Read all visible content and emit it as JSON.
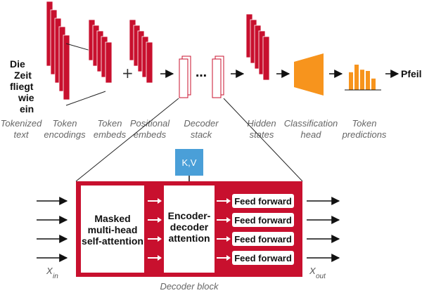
{
  "input_words": [
    "Die",
    "Zeit",
    "fliegt",
    "wie",
    "ein"
  ],
  "output_token": "Pfeil",
  "plus_sign": "+",
  "stack_dots": "…",
  "captions": {
    "tokenized_text": [
      "Tokenized",
      "text"
    ],
    "token_encodings": [
      "Token",
      "encodings"
    ],
    "token_embeds": [
      "Token",
      "embeds"
    ],
    "positional_embeds": [
      "Positional",
      "embeds"
    ],
    "decoder_stack": [
      "Decoder",
      "stack"
    ],
    "hidden_states": [
      "Hidden",
      "states"
    ],
    "classification_head": [
      "Classification",
      "head"
    ],
    "token_predictions": [
      "Token",
      "predictions"
    ]
  },
  "decoder_block": {
    "label": "Decoder block",
    "masked_attention": [
      "Masked",
      "multi-head",
      "self-attention"
    ],
    "cross_attention": [
      "Encoder-",
      "decoder",
      "attention"
    ],
    "kv_label": "K,V",
    "feed_forward": [
      "Feed forward",
      "Feed forward",
      "Feed forward",
      "Feed forward"
    ],
    "x_in": {
      "base": "X",
      "sub": "in"
    },
    "x_out": {
      "base": "X",
      "sub": "out"
    }
  },
  "prediction_bars": [
    0.7,
    1.0,
    0.8,
    0.75,
    0.45
  ],
  "colors": {
    "red": "#c8102e",
    "orange": "#f7941d",
    "blue": "#4a9fd8",
    "caption_gray": "#666666"
  }
}
